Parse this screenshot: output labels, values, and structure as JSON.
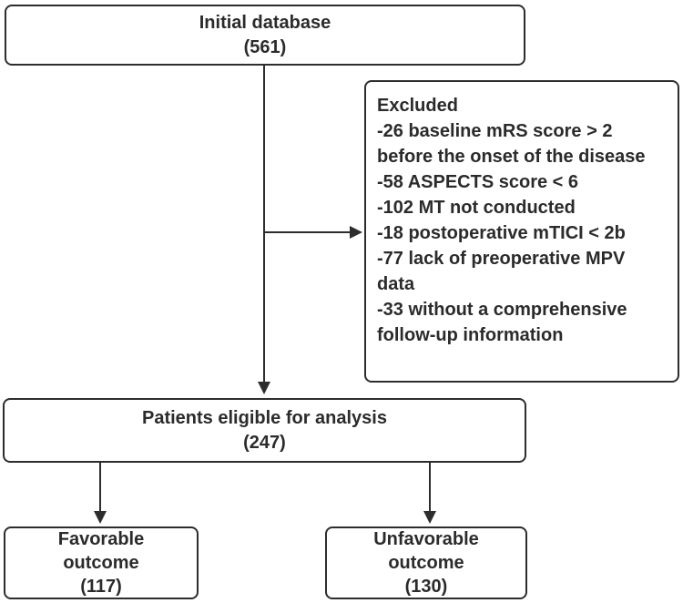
{
  "figure": {
    "type": "flowchart",
    "background_color": "#ffffff",
    "line_color": "#2d2d2d",
    "text_color": "#2b2b2b",
    "boxes": {
      "initial": {
        "title": "Initial database",
        "count": "(561)"
      },
      "excluded": {
        "title": "Excluded",
        "items": [
          "-26 baseline mRS score > 2 before the onset of the disease",
          "-58 ASPECTS score < 6",
          "-102 MT not conducted",
          "-18 postoperative mTICI < 2b",
          "-77 lack of preoperative MPV data",
          "-33 without a comprehensive follow-up information"
        ]
      },
      "eligible": {
        "title": "Patients eligible for analysis",
        "count": "(247)"
      },
      "favorable": {
        "title": "Favorable outcome",
        "count": "(117)"
      },
      "unfavorable": {
        "title": "Unfavorable outcome",
        "count": "(130)"
      }
    }
  }
}
